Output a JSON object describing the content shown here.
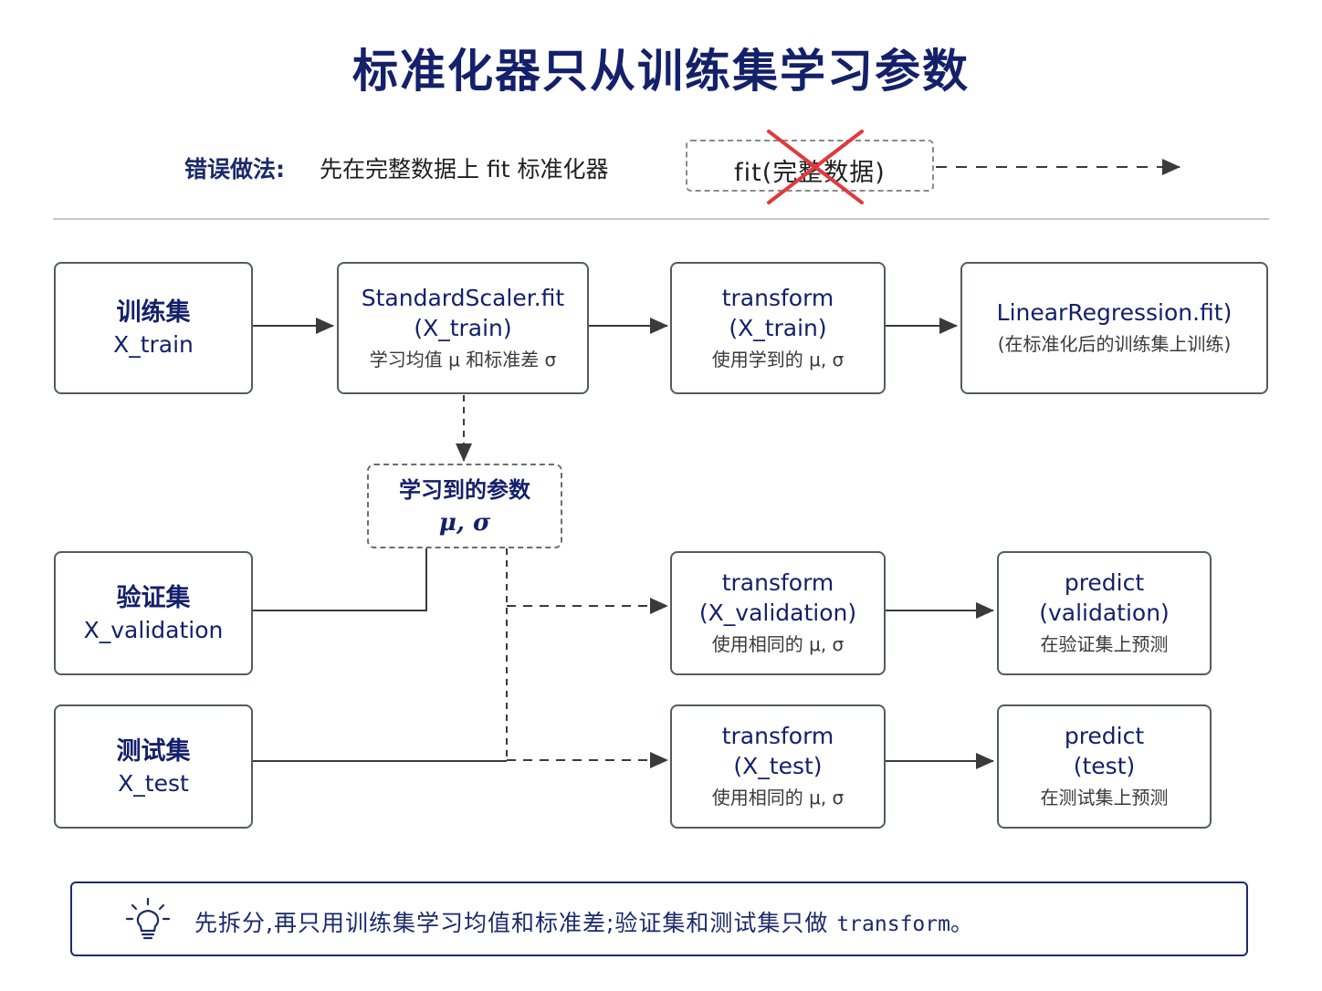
{
  "title": "标准化器只从训练集学习参数",
  "wrong": {
    "label": "错误做法:",
    "text": "先在完整数据上 fit 标准化器",
    "box_text": "fit(完整数据)"
  },
  "nodes": {
    "train_set": {
      "title": "训练集",
      "code": "X_train"
    },
    "scaler_fit": {
      "line1": "StandardScaler.fit",
      "line2": "(X_train)",
      "sub": "学习均值 μ 和标准差 σ"
    },
    "transform_train": {
      "line1": "transform",
      "line2": "(X_train)",
      "sub": "使用学到的 μ, σ"
    },
    "lr_fit": {
      "line1": "LinearRegression.fit)",
      "sub": "(在标准化后的训练集上训练)"
    },
    "params": {
      "title": "学习到的参数",
      "greek": "μ, σ"
    },
    "val_set": {
      "title": "验证集",
      "code": "X_validation"
    },
    "transform_val": {
      "line1": "transform",
      "line2": "(X_validation)",
      "sub": "使用相同的 μ, σ"
    },
    "predict_val": {
      "line1": "predict",
      "line2": "(validation)",
      "sub": "在验证集上预测"
    },
    "test_set": {
      "title": "测试集",
      "code": "X_test"
    },
    "transform_test": {
      "line1": "transform",
      "line2": "(X_test)",
      "sub": "使用相同的 μ, σ"
    },
    "predict_test": {
      "line1": "predict",
      "line2": "(test)",
      "sub": "在测试集上预测"
    }
  },
  "tip": {
    "icon": "lightbulb-icon",
    "text": "先拆分,再只用训练集学习均值和标准差;验证集和测试集只做 ",
    "code": "transform",
    "end": "。"
  },
  "colors": {
    "title": "#14206a",
    "border": "#555a63",
    "cross": "#e0393e",
    "accent": "#1b2a6b"
  }
}
